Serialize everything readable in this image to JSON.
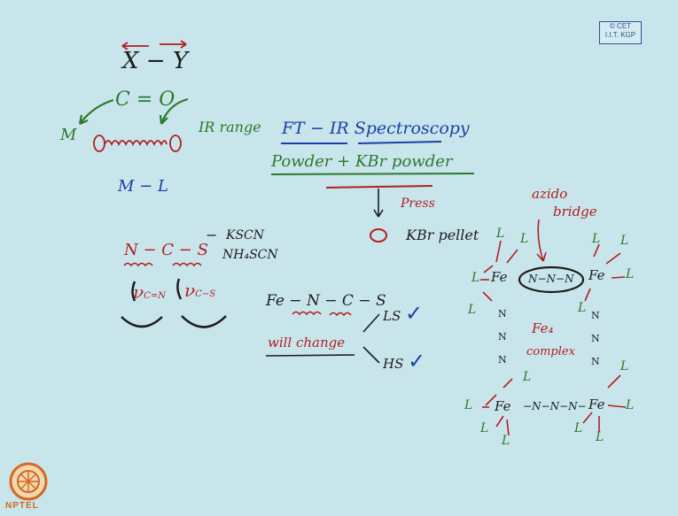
{
  "badge": {
    "line1": "© CET",
    "line2": "I.I.T. KGP"
  },
  "left": {
    "xy": "X − Y",
    "co": "C = O",
    "m": "M",
    "ir": "IR range",
    "ml": "M − L",
    "ncs": "N − C − S",
    "minus": "−",
    "kscn": "KSCN",
    "nh4scn": "NH₄SCN",
    "nu_cn": "ν",
    "nu_cn_sub": "C=N",
    "nu_cs": "ν",
    "nu_cs_sub": "C−S"
  },
  "center": {
    "title": "FT − IR  Spectroscopy",
    "powder": "Powder + KBr powder",
    "press": "Press",
    "pellet": "KBr pellet",
    "fencs": "Fe − N − C − S",
    "will": "will change",
    "ls": "LS",
    "hs": "HS",
    "check": "✓"
  },
  "right": {
    "azido": "azido",
    "bridge": "bridge",
    "fe": "Fe",
    "l": "L",
    "nnn": "N−N−N",
    "nnn2": "−N−N−N−",
    "n": "N",
    "fe4": "Fe₄",
    "complex": "complex"
  },
  "colors": {
    "background": "#c9e5ec",
    "green": "#2a7a2a",
    "blue": "#1a3fa8",
    "black": "#1d1d1d",
    "red": "#b02020"
  },
  "logo_icon": "nptel-logo-icon",
  "logo_text": "NPTEL"
}
